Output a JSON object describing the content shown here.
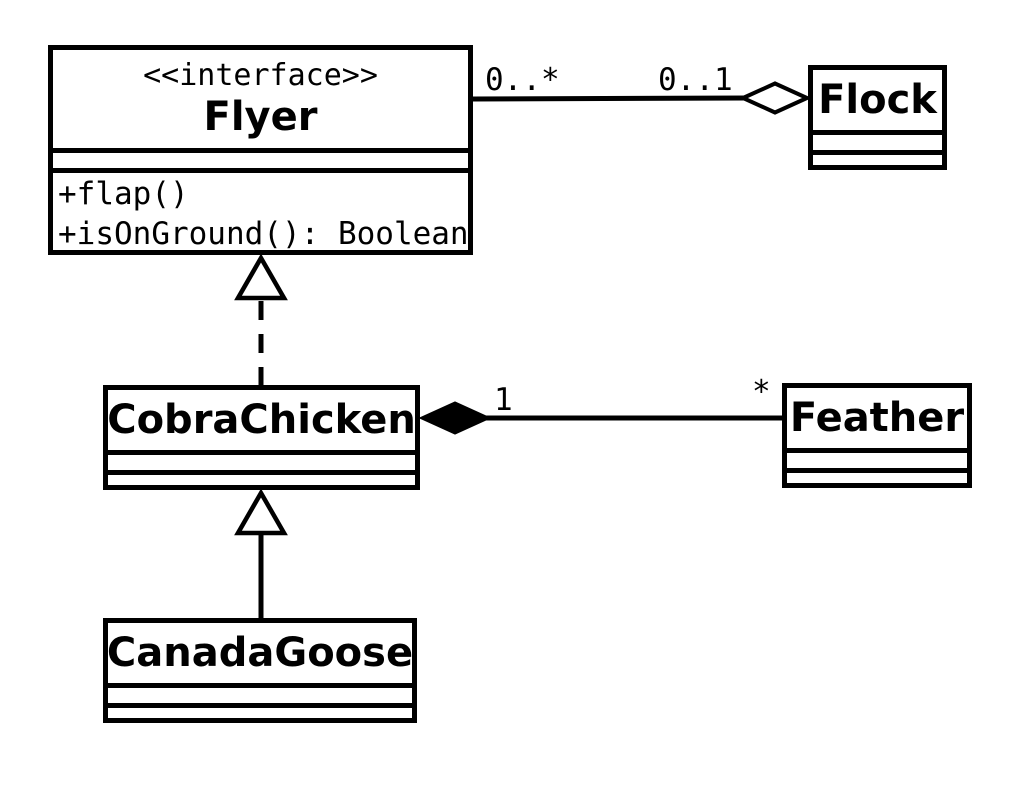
{
  "diagram": {
    "kind": "uml-class-diagram",
    "colors": {
      "stroke": "#000000",
      "fill": "#ffffff",
      "background": "#ffffff"
    },
    "classes": [
      {
        "name": "Flyer",
        "stereotype": "<<interface>>",
        "attributes": [],
        "operations": [
          "+flap()",
          "+isOnGround(): Boolean"
        ]
      },
      {
        "name": "Flock",
        "attributes": [],
        "operations": []
      },
      {
        "name": "CobraChicken",
        "attributes": [],
        "operations": []
      },
      {
        "name": "Feather",
        "attributes": [],
        "operations": []
      },
      {
        "name": "CanadaGoose",
        "attributes": [],
        "operations": []
      }
    ],
    "relationships": [
      {
        "type": "aggregation",
        "whole": "Flock",
        "part": "Flyer",
        "diamond": "hollow",
        "multiplicity_part_end": "0..*",
        "multiplicity_whole_end": "0..1"
      },
      {
        "type": "realization",
        "from": "CobraChicken",
        "to": "Flyer",
        "line": "dashed",
        "arrow": "hollow-triangle"
      },
      {
        "type": "composition",
        "whole": "CobraChicken",
        "part": "Feather",
        "diamond": "filled",
        "multiplicity_whole_end": "1",
        "multiplicity_part_end": "*"
      },
      {
        "type": "inheritance",
        "from": "CanadaGoose",
        "to": "CobraChicken",
        "line": "solid",
        "arrow": "hollow-triangle"
      }
    ]
  }
}
